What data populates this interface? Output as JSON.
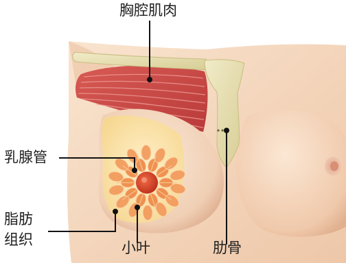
{
  "labels": {
    "pectoral_muscle": "胸腔肌肉",
    "milk_duct": "乳腺管",
    "fat_tissue": "脂肪组织",
    "lobule": "小叶",
    "rib": "肋骨"
  },
  "colors": {
    "skin": "#f6dcc3",
    "skin_shadow": "#ecc1a0",
    "muscle": "#c84642",
    "bone": "#e6dfb0",
    "gland": "#ef8a4a",
    "nipple": "#d9462c",
    "pointer": "#111111"
  }
}
